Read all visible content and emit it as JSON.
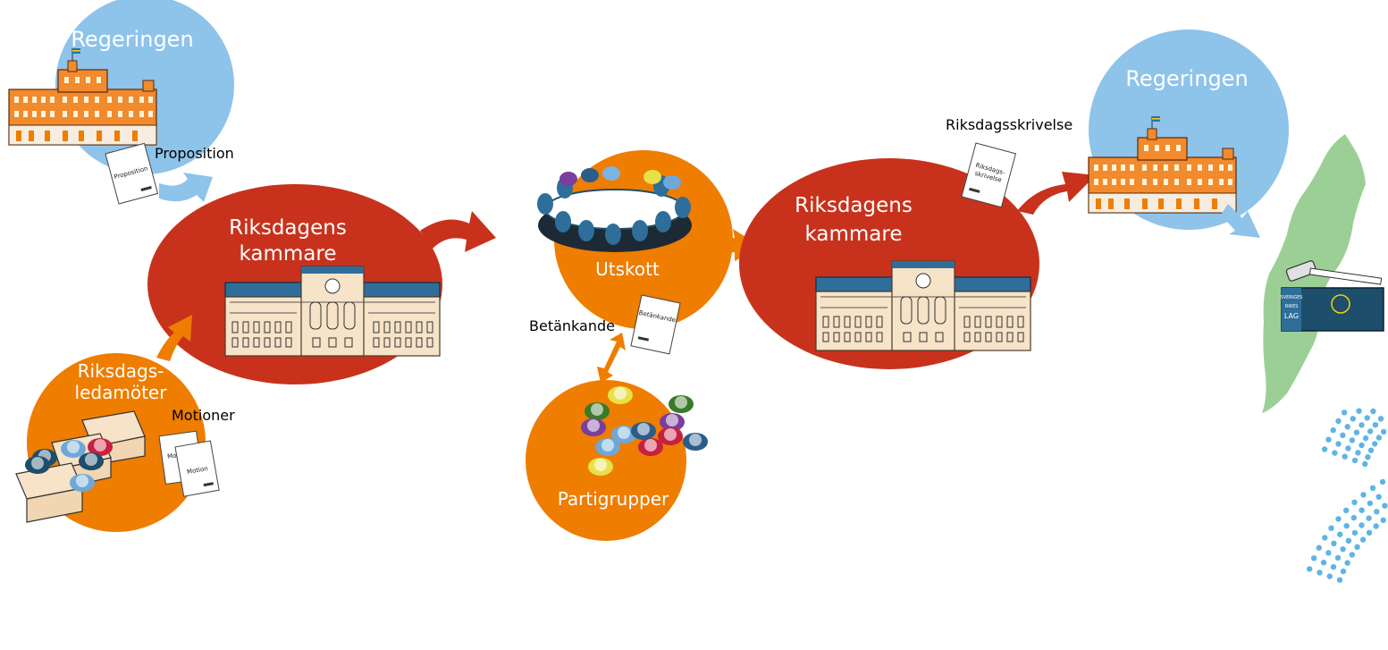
{
  "diagram": {
    "regeringen_left": "Regeringen",
    "proposition_label": "Proposition",
    "proposition_doc": "Proposition",
    "kammare_left_line1": "Riksdagens",
    "kammare_left_line2": "kammare",
    "ledamoter_line1": "Riksdags-",
    "ledamoter_line2": "ledamöter",
    "motioner_label": "Motioner",
    "motion_doc_back": "Mot",
    "motion_doc_front": "Motion",
    "utskott_label": "Utskott",
    "betankande_label": "Betänkande",
    "betankande_doc": "Betänkande",
    "partigrupper_label": "Partigrupper",
    "kammare_right_line1": "Riksdagens",
    "kammare_right_line2": "kammare",
    "riksdagsskrivelse_label": "Riksdagsskrivelse",
    "riksdagsskrivelse_doc_line1": "Riksdags-",
    "riksdagsskrivelse_doc_line2": "skrivelse",
    "regeringen_right": "Regeringen",
    "law_book_line1": "SVERIGES",
    "law_book_line2": "RIKES",
    "law_book_line3": "LAG"
  },
  "colors": {
    "blue_circle": "#8ec3ea",
    "red_oval": "#c8321c",
    "orange": "#ee7d00",
    "building_orange": "#f28a2e",
    "sweden_green": "#9ccf96",
    "dots_blue": "#5fb4e5"
  }
}
